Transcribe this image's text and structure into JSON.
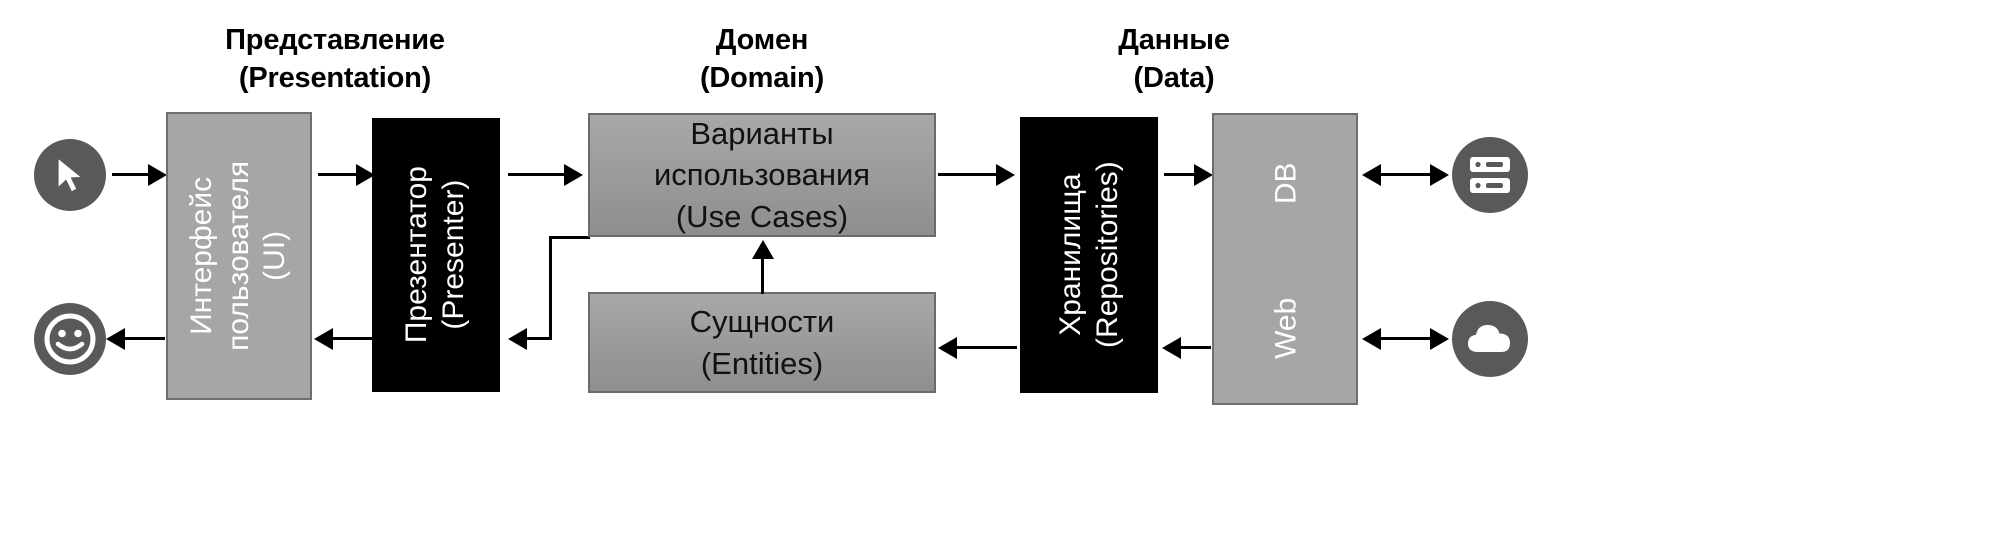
{
  "diagram": {
    "title_sections": [
      {
        "id": "presentation",
        "label": "Представление\n(Presentation)"
      },
      {
        "id": "domain",
        "label": "Домен\n(Domain)"
      },
      {
        "id": "data",
        "label": "Данные\n(Data)"
      }
    ],
    "boxes": [
      {
        "id": "ui",
        "label": "Интерфейс пользователя\n(UI)",
        "style": "gray",
        "orientation": "vertical"
      },
      {
        "id": "presenter",
        "label": "Презентатор\n(Presenter)",
        "style": "black",
        "orientation": "vertical"
      },
      {
        "id": "use_cases",
        "label": "Варианты\nиспользования\n(Use Cases)",
        "style": "gray",
        "orientation": "horizontal"
      },
      {
        "id": "entities",
        "label": "Сущности\n(Entities)",
        "style": "gray",
        "orientation": "horizontal"
      },
      {
        "id": "repositories",
        "label": "Хранилища\n(Repositories)",
        "style": "black",
        "orientation": "vertical"
      },
      {
        "id": "db",
        "label": "DB",
        "style": "gray",
        "orientation": "vertical"
      },
      {
        "id": "web",
        "label": "Web",
        "style": "gray",
        "orientation": "vertical"
      }
    ],
    "icons": [
      {
        "id": "cursor",
        "name": "cursor-icon",
        "glyph": "cursor"
      },
      {
        "id": "smiley",
        "name": "smiley-icon",
        "glyph": "smiley"
      },
      {
        "id": "server",
        "name": "server-icon",
        "glyph": "server"
      },
      {
        "id": "cloud",
        "name": "cloud-icon",
        "glyph": "cloud"
      }
    ],
    "colors": {
      "box_gray": "#a6a6a6",
      "box_black": "#000000",
      "icon_gray": "#595959",
      "arrow": "#000000",
      "background": "#ffffff",
      "text_light": "#ffffff",
      "text_dark": "#111111"
    }
  }
}
